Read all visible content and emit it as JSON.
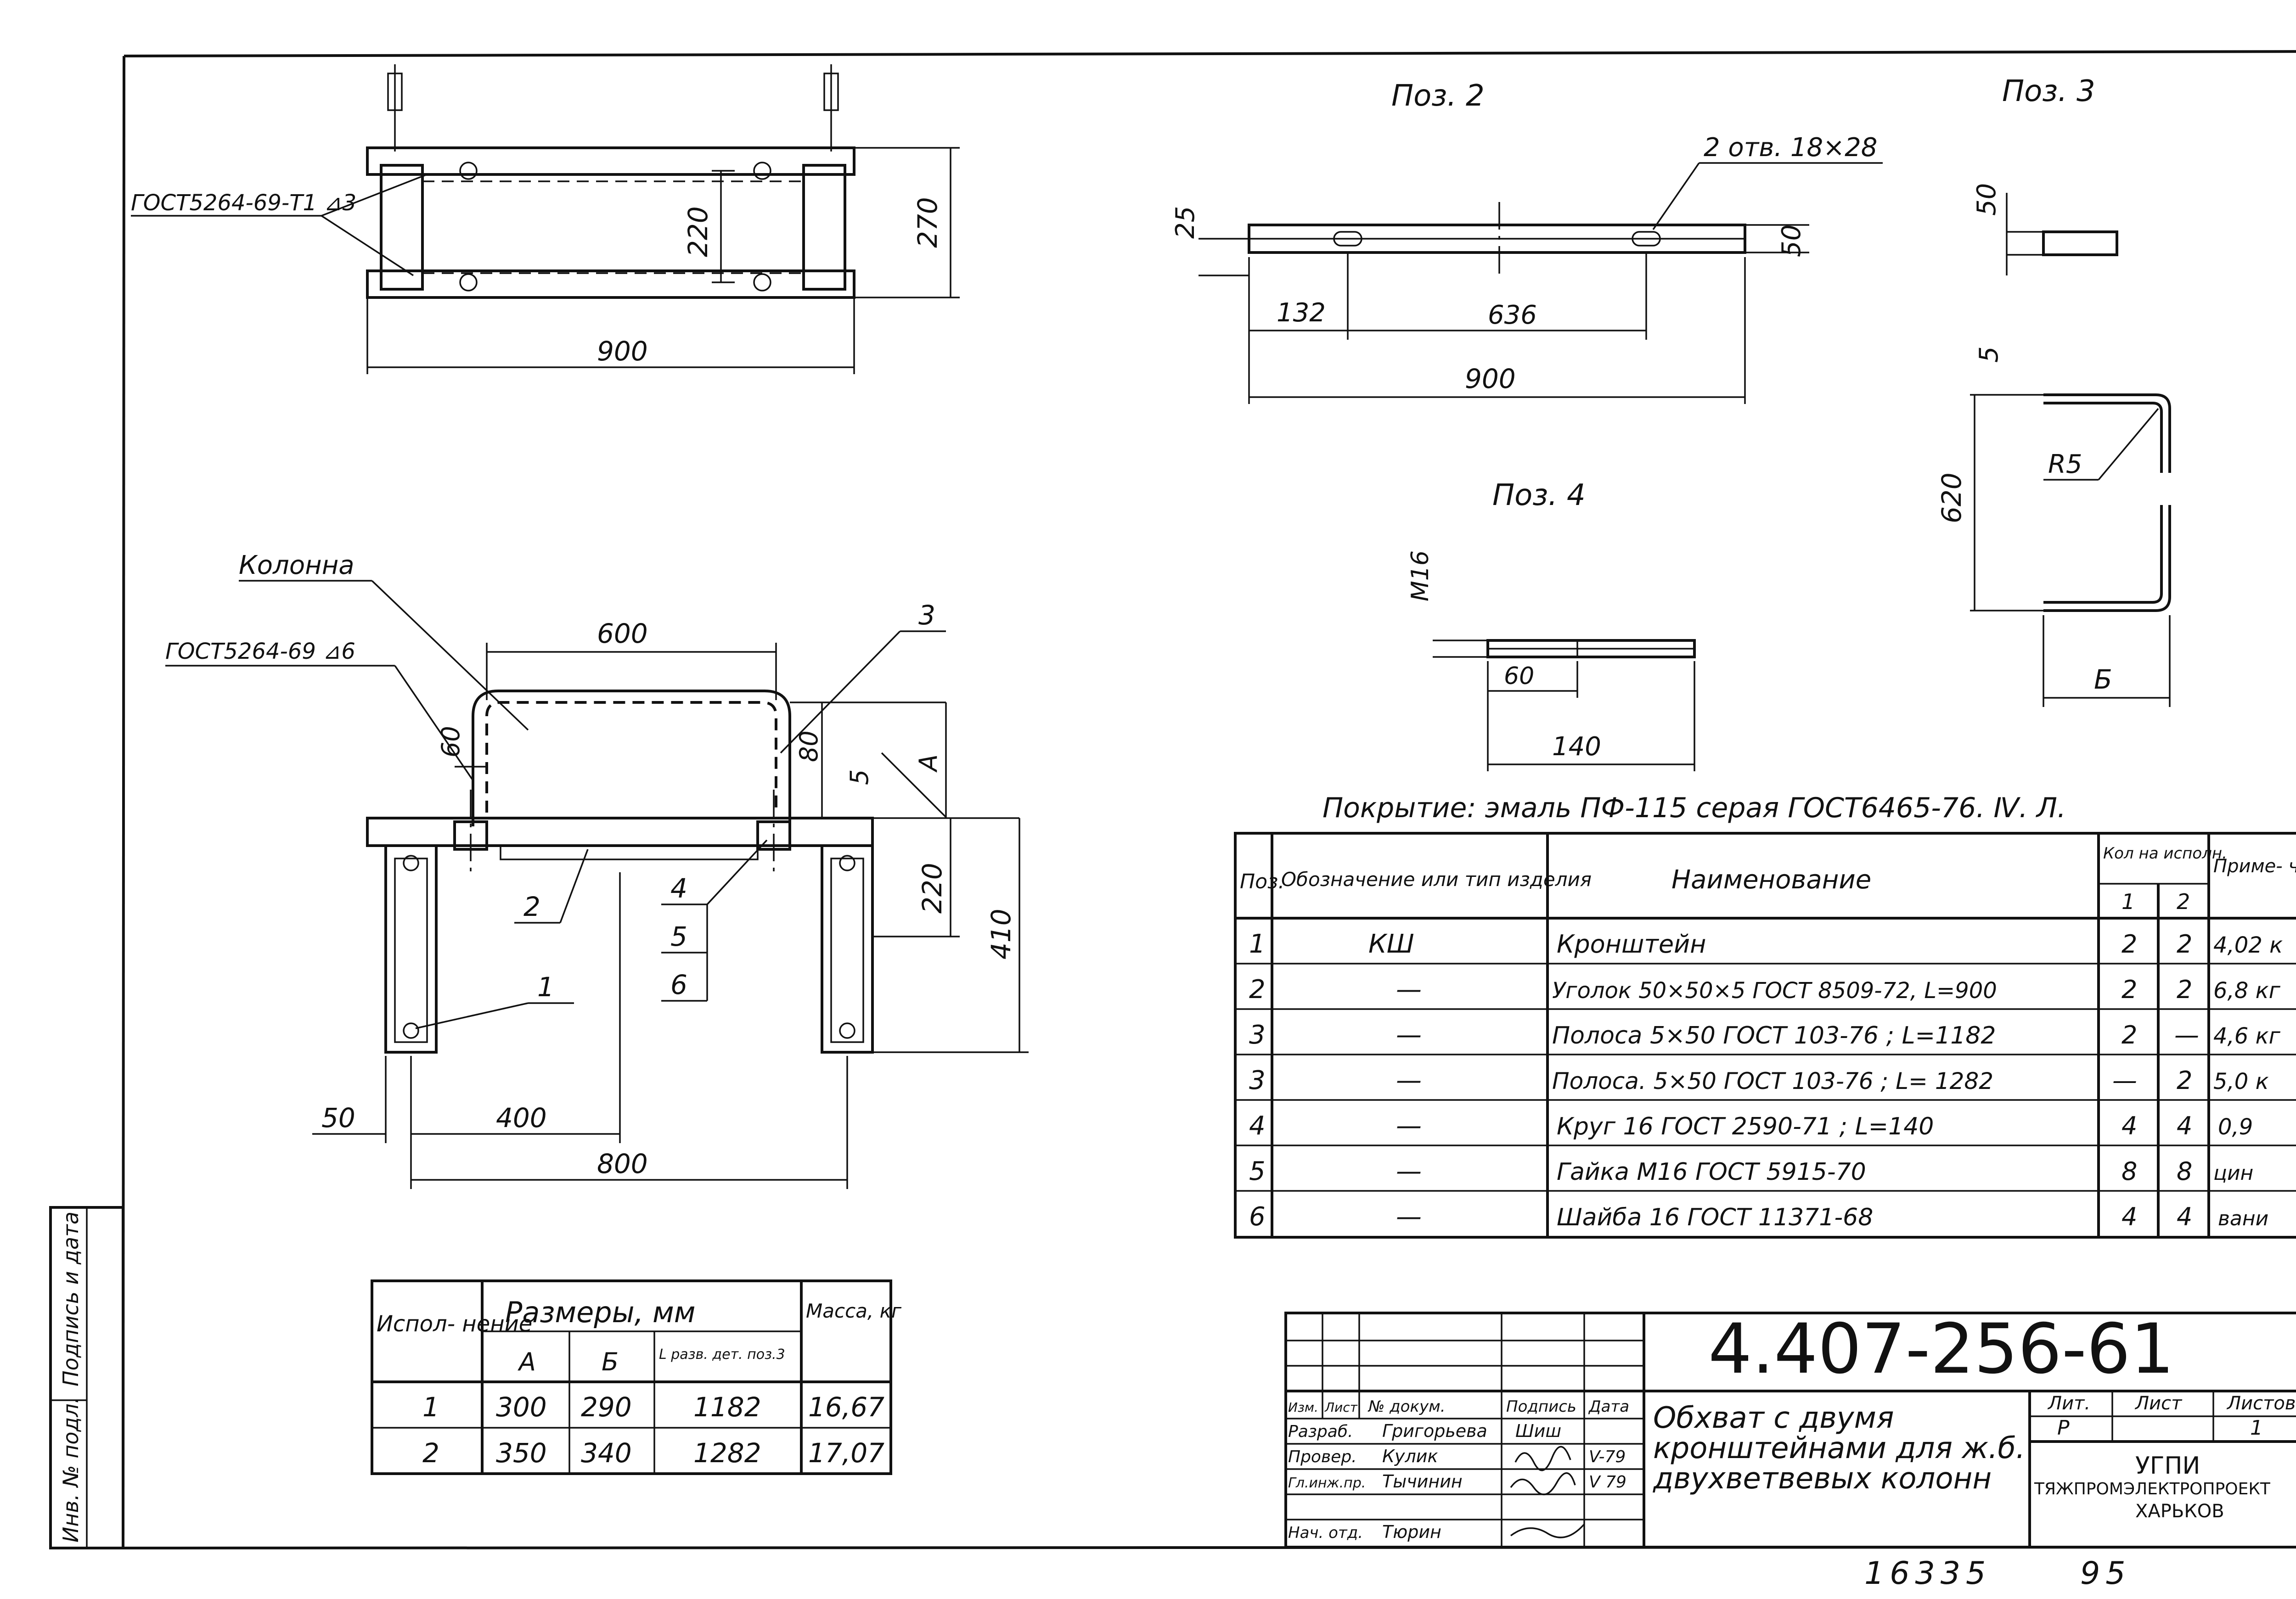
{
  "drawing": {
    "gost_weld_top": "ГОСТ5264-69-Т1 ⊿3",
    "gost_weld_front": "ГОСТ5264-69 ⊿6",
    "dims_top": {
      "overall": "900",
      "height": "270",
      "inner": "220"
    },
    "dims_front": {
      "width_600": "600",
      "d60": "60",
      "d80": "80",
      "d5": "5",
      "a": "А",
      "d220": "220",
      "d410": "410",
      "d50": "50",
      "d400": "400",
      "d800": "800"
    },
    "front_labels": {
      "column": "Колонна",
      "p1": "1",
      "p2": "2",
      "p3": "3",
      "p4": "4",
      "p5": "5",
      "p6": "6"
    },
    "pos2": {
      "title": "Поз. 2",
      "holes": "2 отв. 18×28",
      "d25": "25",
      "d50": "50",
      "d132": "132",
      "d636": "636",
      "d900": "900"
    },
    "pos3": {
      "title": "Поз. 3",
      "d50": "50",
      "d5": "5",
      "d620": "620",
      "r5": "R5",
      "b": "Б"
    },
    "pos4": {
      "title": "Поз. 4",
      "m16": "М16",
      "d60": "60",
      "d140": "140"
    }
  },
  "coating_note": "Покрытие: эмаль ПФ-115 серая ГОСТ6465-76. Ⅳ. Л.",
  "spec_table": {
    "headers": {
      "pos": "Поз.",
      "designation": "Обозначение или тип изделия",
      "name": "Наименование",
      "qty": "Кол на исполн.",
      "q1": "1",
      "q2": "2",
      "note": "Приме- чание"
    },
    "rows": [
      {
        "pos": "1",
        "designation": "КШ",
        "name": "Кронштейн",
        "q1": "2",
        "q2": "2",
        "note": "4,02 к"
      },
      {
        "pos": "2",
        "designation": "—",
        "name": "Уголок 50×50×5 ГОСТ 8509-72, L=900",
        "q1": "2",
        "q2": "2",
        "note": "6,8 кг"
      },
      {
        "pos": "3",
        "designation": "—",
        "name": "Полоса 5×50 ГОСТ 103-76 ; L=1182",
        "q1": "2",
        "q2": "—",
        "note": "4,6 кг"
      },
      {
        "pos": "3",
        "designation": "—",
        "name": "Полоса. 5×50 ГОСТ 103-76 ; L= 1282",
        "q1": "—",
        "q2": "2",
        "note": "5,0 к"
      },
      {
        "pos": "4",
        "designation": "—",
        "name": "Круг 16 ГОСТ 2590-71 ; L=140",
        "q1": "4",
        "q2": "4",
        "note": "0,9"
      },
      {
        "pos": "5",
        "designation": "—",
        "name": "Гайка М16 ГОСТ 5915-70",
        "q1": "8",
        "q2": "8",
        "note": "цин"
      },
      {
        "pos": "6",
        "designation": "—",
        "name": "Шайба 16 ГОСТ 11371-68",
        "q1": "4",
        "q2": "4",
        "note": "вани"
      }
    ]
  },
  "size_table": {
    "headers": {
      "variant": "Испол- нение",
      "sizes": "Размеры, мм",
      "a": "А",
      "b": "Б",
      "strip": "L разв. дет. поз.3",
      "mass": "Масса, кг"
    },
    "rows": [
      {
        "variant": "1",
        "a": "300",
        "b": "290",
        "strip": "1182",
        "mass": "16,67"
      },
      {
        "variant": "2",
        "a": "350",
        "b": "340",
        "strip": "1282",
        "mass": "17,07"
      }
    ]
  },
  "title_block": {
    "doc_number": "4.407-256-61",
    "title": "Обхват с двумя кронштейнами для ж.б. двухветвевых колонн",
    "col_headers": {
      "izm": "Изм.",
      "list": "Лист",
      "doc": "№ докум.",
      "sign": "Подпись",
      "date": "Дата"
    },
    "people": [
      {
        "role": "Разраб.",
        "name": "Григорьева",
        "sign": "Шиш",
        "date": ""
      },
      {
        "role": "Провер.",
        "name": "Кулик",
        "sign": "",
        "date": "V-79"
      },
      {
        "role": "Гл.инж.пр.",
        "name": "Тычинин",
        "sign": "",
        "date": "V 79"
      },
      {
        "role": "Нач. отд.",
        "name": "Тюрин",
        "sign": "",
        "date": ""
      }
    ],
    "stage_header": "Лит.",
    "sheet_header": "Лист",
    "sheets_header": "Листов",
    "stage_value": "Р",
    "sheets_value": "1",
    "org_line1": "УГПИ",
    "org_line2": "ТЯЖПРОМЭЛЕКТРОПРОЕКТ",
    "org_line3": "ХАРЬКОВ"
  },
  "side_stamp": {
    "label1": "Инв. № подл.",
    "label2": "Подпись и дата"
  },
  "bottom": {
    "number": "16335",
    "page": "95"
  }
}
